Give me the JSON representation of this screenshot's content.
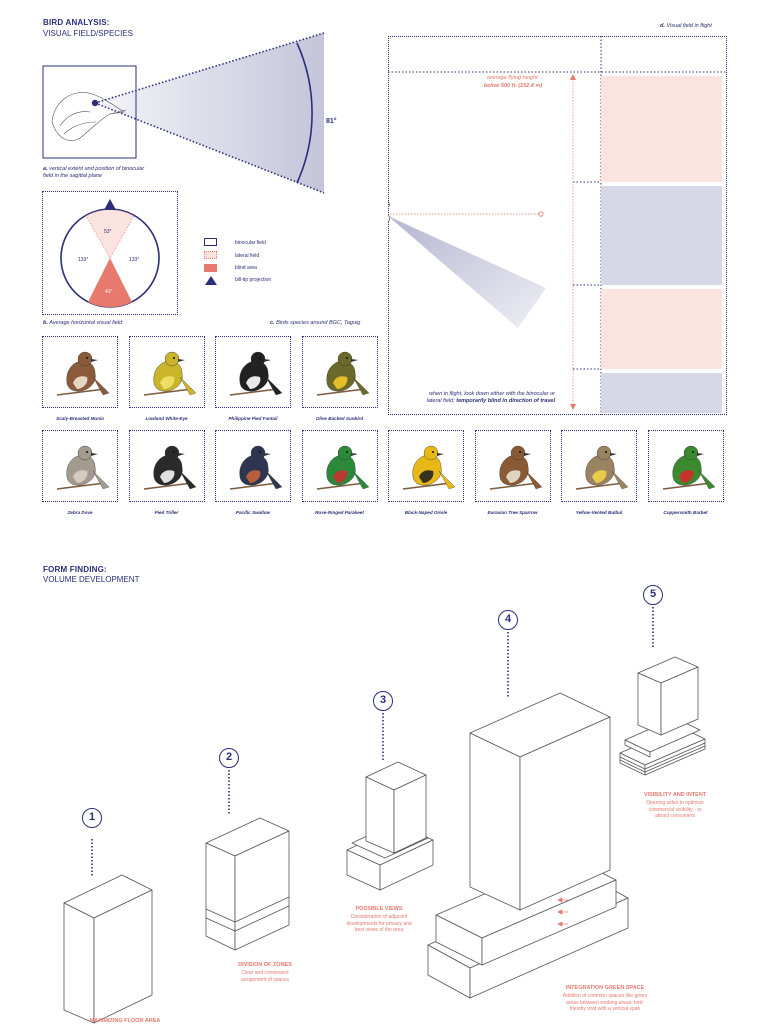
{
  "header": {
    "title": "BIRD ANALYSIS:",
    "subtitle": "VISUAL FIELD/SPECIES"
  },
  "sagittal": {
    "angle_label": "81°",
    "caption_prefix": "a.",
    "caption": "vertical extent and position of binocular field in the sagittal plane"
  },
  "horizontal": {
    "caption_prefix": "b.",
    "caption": "Average horizontal visual field",
    "top_label": "53°",
    "left_label": "133°",
    "right_label": "133°",
    "bottom_label": "41°"
  },
  "legend": {
    "items": [
      {
        "label": "binocular field"
      },
      {
        "label": "lateral field"
      },
      {
        "label": "blind area"
      },
      {
        "label": "bill-tip projection"
      }
    ]
  },
  "species": {
    "caption_prefix": "c.",
    "caption": "Birds species around BGC, Taguig",
    "row1": [
      {
        "name": "Scaly-Breasted Munia",
        "icon": "munia-icon",
        "body": "#8a5a3b",
        "accent": "#f0e2d0"
      },
      {
        "name": "Lowland White-Eye",
        "icon": "white-eye-icon",
        "body": "#c9b42a",
        "accent": "#f2e36a"
      },
      {
        "name": "Philippine Pied Fantail",
        "icon": "fantail-icon",
        "body": "#222222",
        "accent": "#ffffff"
      },
      {
        "name": "Olive Backed Sunbird",
        "icon": "sunbird-icon",
        "body": "#6b6a2a",
        "accent": "#f2c62b"
      }
    ],
    "row2": [
      {
        "name": "Zebra Dove",
        "icon": "dove-icon",
        "body": "#a49a8e",
        "accent": "#d8d0c4"
      },
      {
        "name": "Pied Triller",
        "icon": "triller-icon",
        "body": "#2a2a2a",
        "accent": "#f4f4f4"
      },
      {
        "name": "Pacific Swallow",
        "icon": "swallow-icon",
        "body": "#2d3550",
        "accent": "#c7643a"
      },
      {
        "name": "Rose-Ringed Parakeet",
        "icon": "parakeet-icon",
        "body": "#2a8a3a",
        "accent": "#c83030"
      },
      {
        "name": "Black-Naped Oriole",
        "icon": "oriole-icon",
        "body": "#e8b817",
        "accent": "#222222"
      },
      {
        "name": "Eurasian Tree Sparrow",
        "icon": "sparrow-icon",
        "body": "#8a5a35",
        "accent": "#e8e0d0"
      },
      {
        "name": "Yellow-Vented Bulbul",
        "icon": "bulbul-icon",
        "body": "#9a8360",
        "accent": "#f2d34a"
      },
      {
        "name": "Coppersmith Barbet",
        "icon": "barbet-icon",
        "body": "#3c8a30",
        "accent": "#d82a2a"
      }
    ]
  },
  "flight": {
    "caption_prefix": "d.",
    "caption": "Visual field in flight",
    "height_note_1": "average flying height:",
    "height_note_2": "below 500 ft. (152.4 m)",
    "blind_note_1": "when in flight, look down either with the binocular or",
    "blind_note_2": "lateral field;",
    "blind_note_3": "temporarily blind in direction of travel"
  },
  "form": {
    "title": "FORM FINDING:",
    "subtitle": "VOLUME DEVELOPMENT",
    "steps": [
      {
        "number": "1",
        "title": "MAXIMIZING FLOOR AREA",
        "desc": []
      },
      {
        "number": "2",
        "title": "DIVISION OF ZONES",
        "desc": [
          "Clear and convenient",
          "assignment of spaces"
        ]
      },
      {
        "number": "3",
        "title": "POSSIBLE VIEWS",
        "desc": [
          "Consideration of adjacent",
          "developments for privacy and",
          "best views of the area"
        ]
      },
      {
        "number": "4",
        "title": "INTEGRATION GREEN SPACE",
        "desc": [
          "Addition of common spaces like green",
          "areas between working areas; bird-",
          "friendly void with a vertical span"
        ]
      },
      {
        "number": "5",
        "title": "VISIBILITY AND INTENT",
        "desc": [
          "Opening sides to optimize",
          "commercial visibility - to",
          "attract consumers"
        ]
      }
    ]
  },
  "colors": {
    "navy": "#2b2f7a",
    "coral": "#e8796f",
    "lavender": "#d6d8e6",
    "pink": "#fbe3e0"
  }
}
